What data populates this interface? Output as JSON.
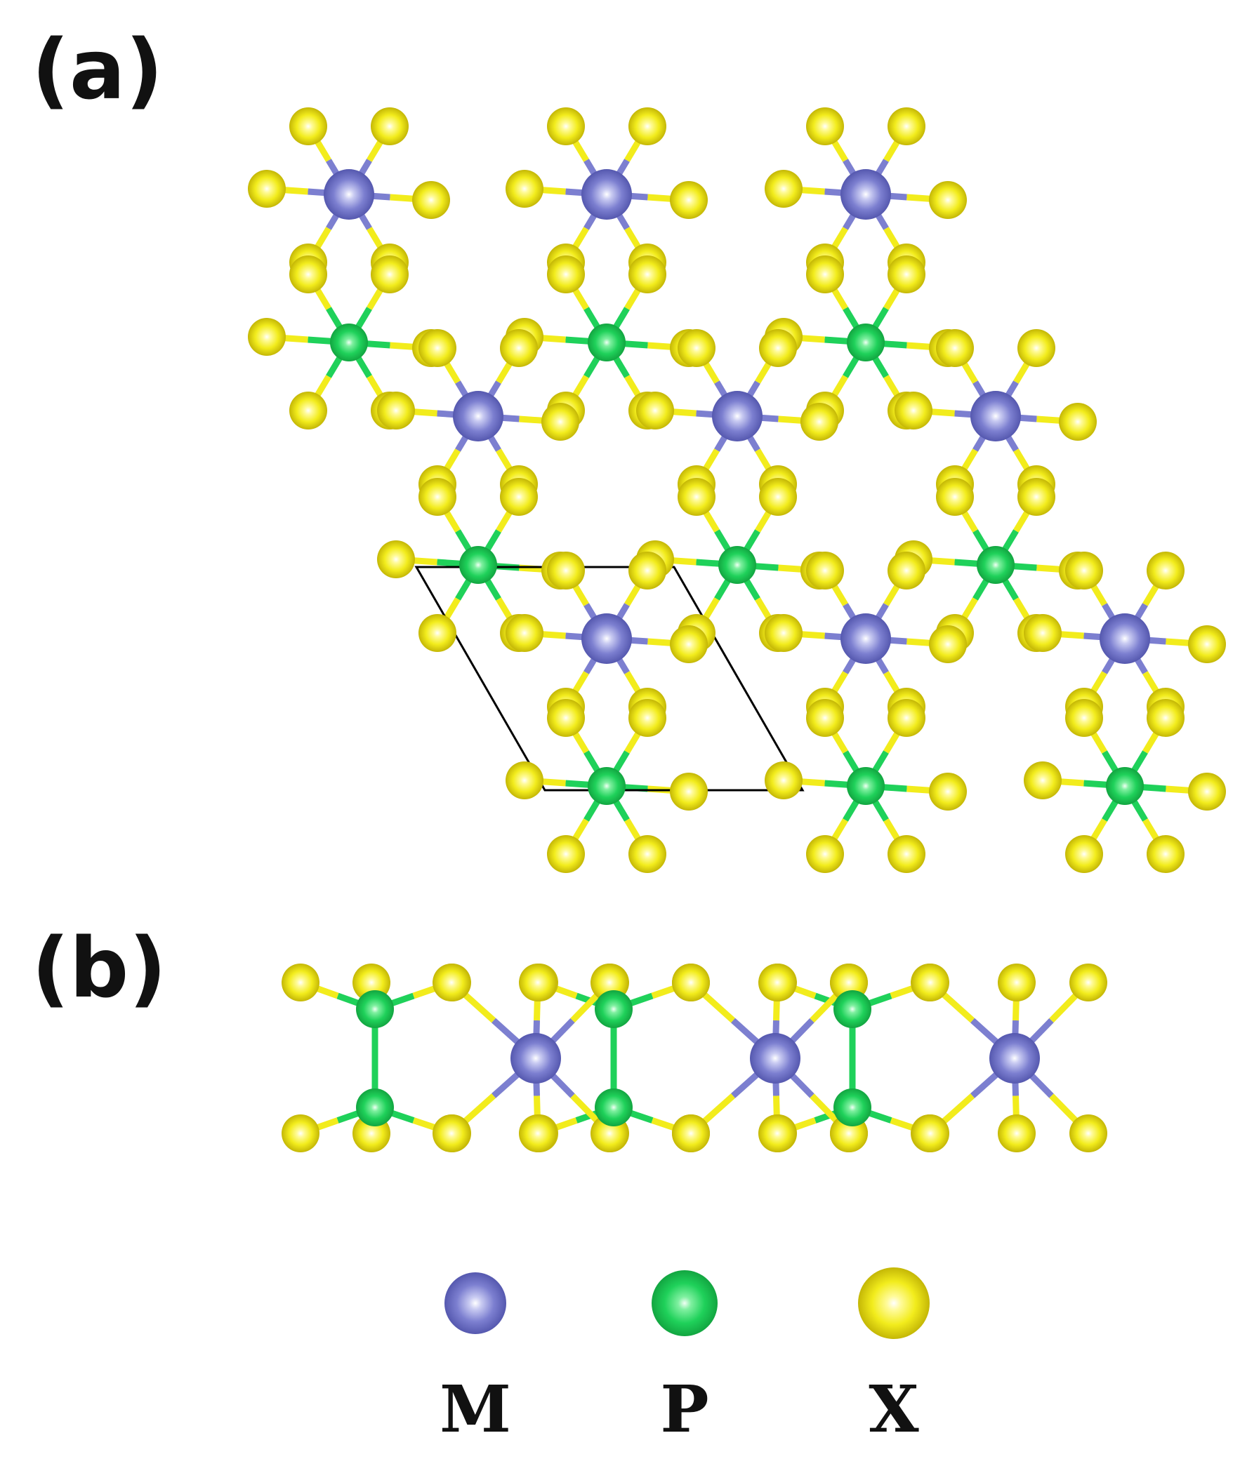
{
  "panels": {
    "a": {
      "label": "(a)"
    },
    "b": {
      "label": "(b)"
    }
  },
  "legend": [
    {
      "key": "M",
      "label": "M",
      "color": "#7c7fd0",
      "color_dark": "#4b4ea6"
    },
    {
      "key": "P",
      "label": "P",
      "color": "#1fd15a",
      "color_dark": "#0f9a3a"
    },
    {
      "key": "X",
      "label": "X",
      "color": "#f2ec1c",
      "color_dark": "#b8a900"
    }
  ],
  "colors": {
    "background": "#ffffff",
    "unit_cell": "#000000"
  }
}
